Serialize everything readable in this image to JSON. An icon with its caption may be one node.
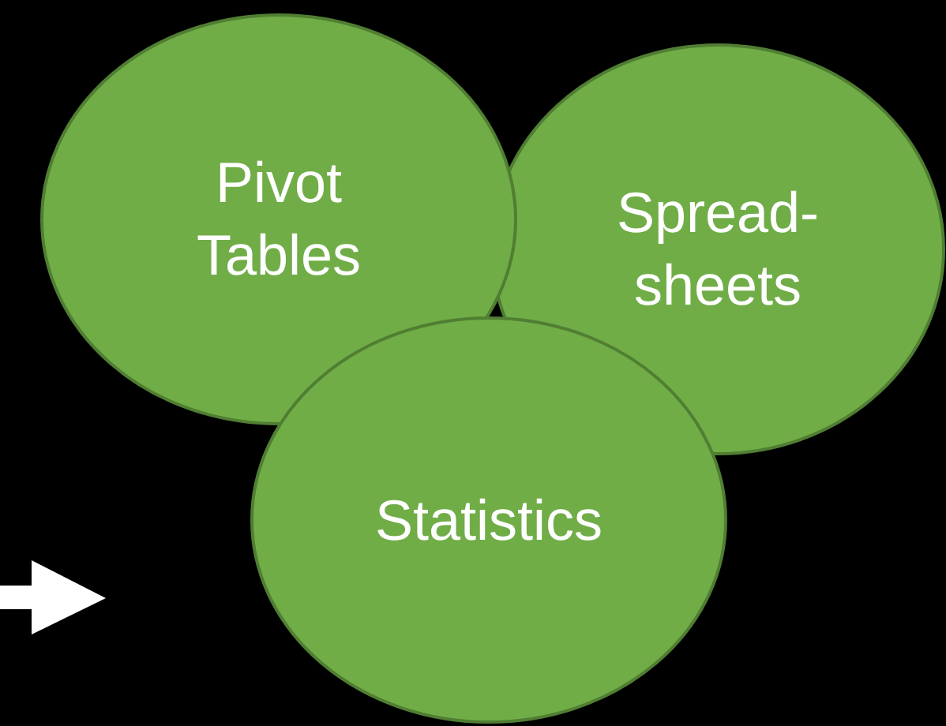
{
  "diagram": {
    "nodes": [
      {
        "text": [
          "Pivot Tables"
        ]
      },
      {
        "text": [
          "Spread- sheets"
        ]
      },
      {
        "text": [
          "Statistics"
        ]
      }
    ]
  }
}
